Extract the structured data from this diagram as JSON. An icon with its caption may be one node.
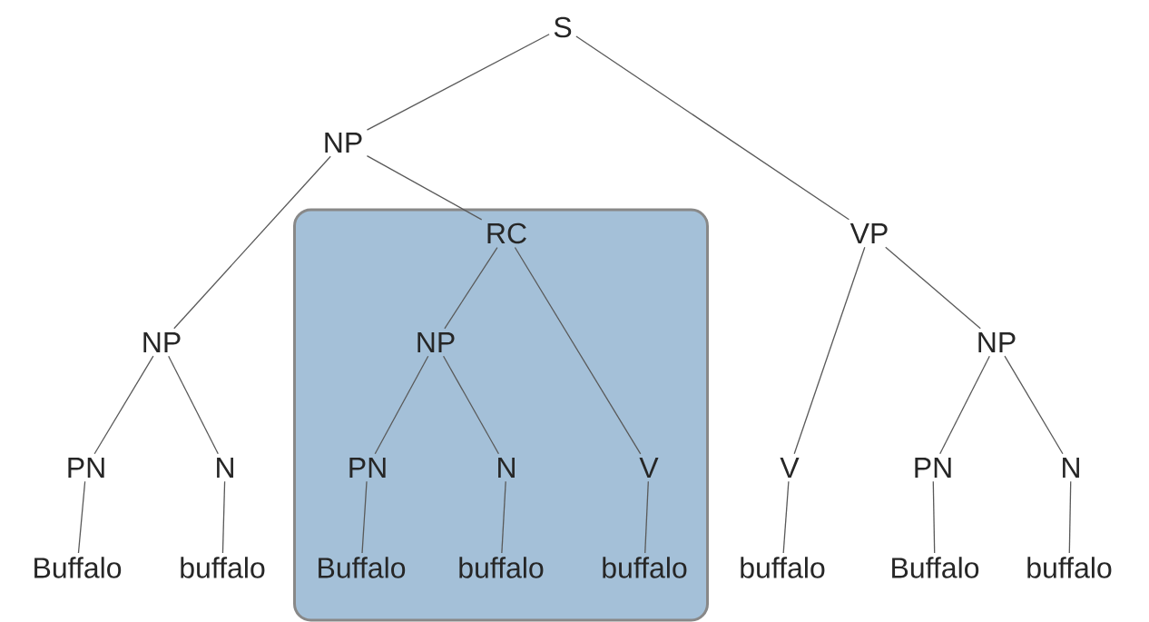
{
  "diagram": {
    "nodes": [
      {
        "text": [
          "S"
        ]
      },
      {
        "text": [
          "NP"
        ]
      },
      {
        "text": [],
        "shape": "box"
      },
      {
        "text": [
          "RC"
        ],
        "in": 2
      },
      {
        "text": [
          "VP"
        ]
      },
      {
        "text": [
          "NP"
        ]
      },
      {
        "text": [
          "NP"
        ],
        "in": 2
      },
      {
        "text": [
          "NP"
        ]
      },
      {
        "text": [
          "PN"
        ]
      },
      {
        "text": [
          "N"
        ]
      },
      {
        "text": [
          "PN"
        ],
        "in": 2
      },
      {
        "text": [
          "N"
        ],
        "in": 2
      },
      {
        "text": [
          "V"
        ],
        "in": 2
      },
      {
        "text": [
          "V"
        ]
      },
      {
        "text": [
          "PN"
        ]
      },
      {
        "text": [
          "N"
        ]
      },
      {
        "text": [
          "Buffalo"
        ]
      },
      {
        "text": [
          "buffalo"
        ]
      },
      {
        "text": [
          "Buffalo"
        ],
        "in": 2
      },
      {
        "text": [
          "buffalo"
        ],
        "in": 2
      },
      {
        "text": [
          "buffalo"
        ],
        "in": 2
      },
      {
        "text": [
          "buffalo"
        ]
      },
      {
        "text": [
          "Buffalo"
        ]
      },
      {
        "text": [
          "buffalo"
        ]
      }
    ],
    "edges": [
      {
        "from": 0,
        "to": 1,
        "arrow": "none"
      },
      {
        "from": 0,
        "to": 4,
        "arrow": "none"
      },
      {
        "from": 1,
        "to": 5,
        "arrow": "none"
      },
      {
        "from": 1,
        "to": 3,
        "arrow": "none"
      },
      {
        "from": 3,
        "to": 6,
        "arrow": "none"
      },
      {
        "from": 3,
        "to": 12,
        "arrow": "none"
      },
      {
        "from": 4,
        "to": 13,
        "arrow": "none"
      },
      {
        "from": 4,
        "to": 7,
        "arrow": "none"
      },
      {
        "from": 5,
        "to": 8,
        "arrow": "none"
      },
      {
        "from": 5,
        "to": 9,
        "arrow": "none"
      },
      {
        "from": 6,
        "to": 10,
        "arrow": "none"
      },
      {
        "from": 6,
        "to": 11,
        "arrow": "none"
      },
      {
        "from": 7,
        "to": 14,
        "arrow": "none"
      },
      {
        "from": 7,
        "to": 15,
        "arrow": "none"
      },
      {
        "from": 8,
        "to": 16,
        "arrow": "none"
      },
      {
        "from": 9,
        "to": 17,
        "arrow": "none"
      },
      {
        "from": 10,
        "to": 18,
        "arrow": "none"
      },
      {
        "from": 11,
        "to": 19,
        "arrow": "none"
      },
      {
        "from": 12,
        "to": 20,
        "arrow": "none"
      },
      {
        "from": 13,
        "to": 21,
        "arrow": "none"
      },
      {
        "from": 14,
        "to": 22,
        "arrow": "none"
      },
      {
        "from": 15,
        "to": 23,
        "arrow": "none"
      }
    ]
  }
}
